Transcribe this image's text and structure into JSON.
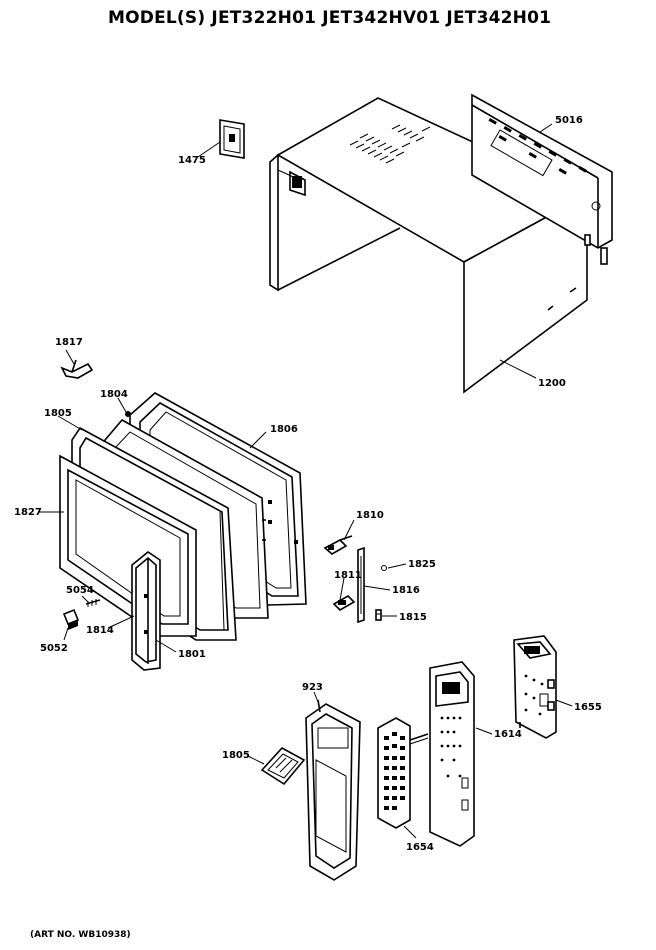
{
  "title": "MODEL(S) JET322H01  JET342HV01  JET342H01",
  "art_no": "(ART NO. WB10938)",
  "parts": {
    "p1475": "1475",
    "p5016": "5016",
    "p1200": "1200",
    "p1817": "1817",
    "p1804": "1804",
    "p1805a": "1805",
    "p1806": "1806",
    "p1827": "1827",
    "p1810": "1810",
    "p1825": "1825",
    "p1811": "1811",
    "p1816": "1816",
    "p1815": "1815",
    "p5054": "5054",
    "p5052": "5052",
    "p1814": "1814",
    "p1801": "1801",
    "p923": "923",
    "p1614": "1614",
    "p1655": "1655",
    "p1805b": "1805",
    "p1654": "1654"
  }
}
